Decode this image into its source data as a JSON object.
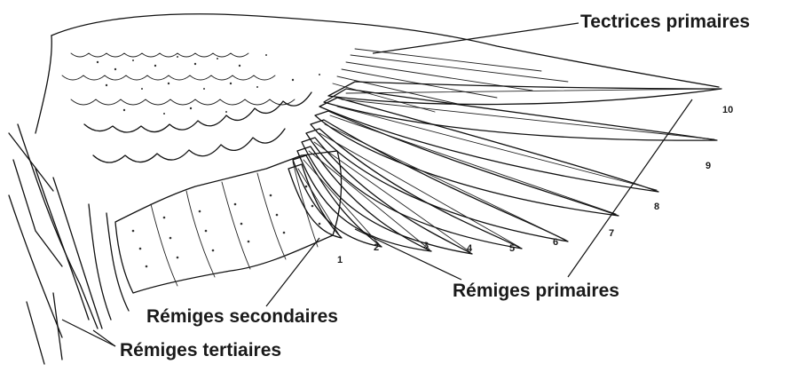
{
  "labels": {
    "primary_coverts": "Tectrices primaires",
    "primaries": "Rémiges primaires",
    "secondaries": "Rémiges secondaires",
    "tertials": "Rémiges tertiaires"
  },
  "feather_numbers": [
    "1",
    "2",
    "3",
    "4",
    "5",
    "6",
    "7",
    "8",
    "9",
    "10"
  ]
}
